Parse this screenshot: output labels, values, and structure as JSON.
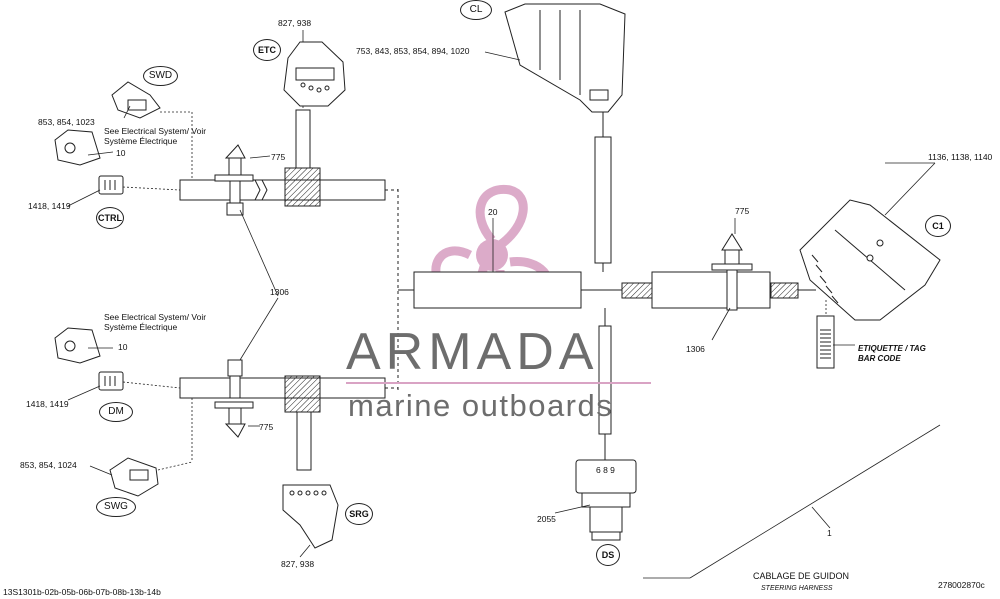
{
  "diagram": {
    "labels": {
      "etc_parts": "827, 938",
      "cl_parts": "753, 843, 853, 854, 894, 1020",
      "swd_parts": "853, 854, 1023",
      "see_electrical_top": "See Electrical System/ Voir Système Électrique",
      "ten_top": "10",
      "clip_775_top": "775",
      "ctrl_parts": "1418, 1419",
      "ref_20": "20",
      "c1_parts": "1136, 1138, 1140",
      "clip_775_right": "775",
      "ref_1306_left": "1306",
      "ref_1306_right": "1306",
      "see_electrical_bottom": "See Electrical System/ Voir Système Électrique",
      "ten_bottom": "10",
      "dm_parts": "1418, 1419",
      "clip_775_bottom": "775",
      "swg_parts": "853, 854, 1024",
      "srg_parts": "827, 938",
      "ds_digits": "6 8 9",
      "ref_2055": "2055",
      "ref_1": "1"
    },
    "bubbles": {
      "cl": "CL",
      "swd": "SWD",
      "etc": "ETC",
      "ctrl": "CTRL",
      "c1": "C1",
      "dm": "DM",
      "swg": "SWG",
      "srg": "SRG",
      "ds": "DS"
    },
    "tag_label": {
      "line1": "ETIQUETTE / TAG",
      "line2": "BAR CODE"
    },
    "title_block": {
      "title": "CABLAGE DE GUIDON",
      "subtitle": "STEERING HARNESS",
      "drawing_code": "13S1301b-02b-05b-06b-07b-08b-13b-14b",
      "figure_number": "278002870c"
    }
  },
  "watermark": {
    "brand": "ARMADA",
    "tagline": "marine outboards",
    "accent_color": "#d9a3c4",
    "text_color": "#6d6d6d"
  }
}
